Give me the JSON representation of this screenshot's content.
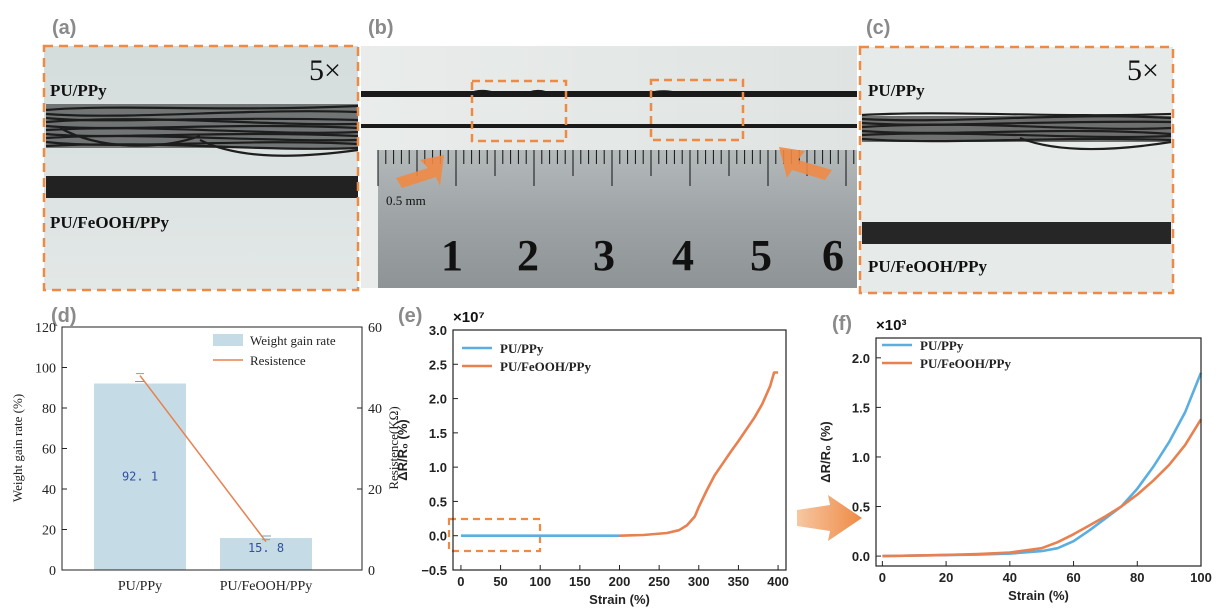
{
  "panels": {
    "a": {
      "letter": "(a)",
      "mag": "5×",
      "label_top": "PU/PPy",
      "label_bottom": "PU/FeOOH/PPy"
    },
    "b": {
      "letter": "(b)",
      "ruler_unit": "0.5  mm",
      "ruler_numbers": [
        "1",
        "2",
        "3",
        "4",
        "5",
        "6"
      ]
    },
    "c": {
      "letter": "(c)",
      "mag": "5×",
      "label_top": "PU/PPy",
      "label_bottom": "PU/FeOOH/PPy"
    },
    "d": {
      "letter": "(d)"
    },
    "e": {
      "letter": "(e)"
    },
    "f": {
      "letter": "(f)"
    }
  },
  "colors": {
    "accent_orange": "#ef8a45",
    "blue_line": "#5aaee0",
    "orange_line": "#e8804f",
    "bar_fill": "#c5dce6",
    "dash_box": "#ef8a45"
  },
  "chart_data": [
    {
      "type": "bar",
      "categories": [
        "PU/PPy",
        "PU/FeOOH/PPy"
      ],
      "series": [
        {
          "name": "Weight gain rate",
          "values": [
            92.1,
            15.8
          ],
          "axis": "left",
          "data_labels": [
            "92. 1",
            "15. 8"
          ]
        },
        {
          "name": "Resistence",
          "values": [
            48,
            7
          ],
          "axis": "right",
          "kind": "line"
        }
      ],
      "ylabel": "Weight gain rate (%)",
      "y2label": "Resistence(KΩ)",
      "ylim": [
        0,
        120
      ],
      "y2lim": [
        0,
        60
      ],
      "yticks": [
        "0",
        "20",
        "40",
        "60",
        "80",
        "100",
        "120"
      ],
      "y2ticks": [
        "0",
        "20",
        "40",
        "60"
      ],
      "legend_position": "top-right"
    },
    {
      "type": "line",
      "multiplier": "×10⁷",
      "xlabel": "Strain (%)",
      "ylabel": "ΔR/R₀ (%)",
      "xlim": [
        -10,
        410
      ],
      "ylim": [
        -0.5,
        3.0
      ],
      "xticks": [
        "0",
        "50",
        "100",
        "150",
        "200",
        "250",
        "300",
        "350",
        "400"
      ],
      "yticks": [
        "−0.5",
        "0.0",
        "0.5",
        "1.0",
        "1.5",
        "2.0",
        "2.5",
        "3.0"
      ],
      "series": [
        {
          "name": "PU/PPy",
          "x": [
            0,
            50,
            100,
            150,
            200
          ],
          "y": [
            0,
            0,
            0,
            0,
            0
          ]
        },
        {
          "name": "PU/FeOOH/PPy",
          "x": [
            200,
            230,
            260,
            275,
            285,
            295,
            300,
            310,
            320,
            330,
            340,
            350,
            360,
            370,
            380,
            390,
            395,
            400
          ],
          "y": [
            0,
            0.01,
            0.04,
            0.08,
            0.15,
            0.28,
            0.42,
            0.66,
            0.88,
            1.05,
            1.22,
            1.38,
            1.55,
            1.72,
            1.92,
            2.18,
            2.38,
            2.38
          ]
        }
      ],
      "legend_position": "top-left"
    },
    {
      "type": "line",
      "multiplier": "×10³",
      "xlabel": "Strain (%)",
      "ylabel": "ΔR/R₀ (%)",
      "xlim": [
        -2,
        100
      ],
      "ylim": [
        -0.1,
        2.2
      ],
      "xticks": [
        "0",
        "20",
        "40",
        "60",
        "80",
        "100"
      ],
      "yticks": [
        "0.0",
        "0.5",
        "1.0",
        "1.5",
        "2.0"
      ],
      "series": [
        {
          "name": "PU/PPy",
          "x": [
            0,
            10,
            20,
            30,
            40,
            50,
            55,
            60,
            65,
            70,
            75,
            80,
            85,
            90,
            95,
            100
          ],
          "y": [
            0,
            0.005,
            0.01,
            0.015,
            0.025,
            0.05,
            0.08,
            0.15,
            0.26,
            0.38,
            0.5,
            0.68,
            0.9,
            1.15,
            1.45,
            1.85
          ]
        },
        {
          "name": "PU/FeOOH/PPy",
          "x": [
            0,
            10,
            20,
            30,
            40,
            50,
            55,
            60,
            65,
            70,
            75,
            80,
            85,
            90,
            95,
            100
          ],
          "y": [
            0,
            0.005,
            0.012,
            0.02,
            0.035,
            0.08,
            0.14,
            0.22,
            0.31,
            0.4,
            0.5,
            0.62,
            0.76,
            0.92,
            1.12,
            1.38
          ]
        }
      ],
      "legend_position": "top-left"
    }
  ]
}
